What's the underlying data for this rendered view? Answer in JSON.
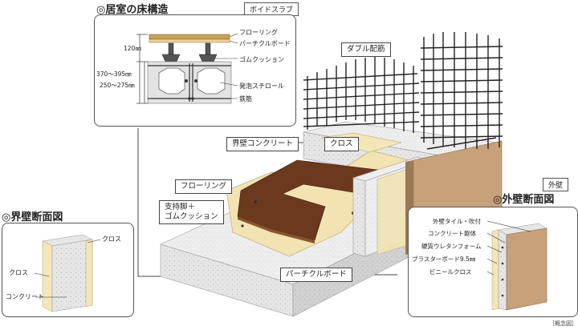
{
  "floor_section": {
    "heading": "◎居室の床構造",
    "tag": "ボイドスラブ",
    "labels": {
      "flooring": "フローリング",
      "particleboard": "パーチクルボード",
      "rubber_cushion": "ゴムクッション",
      "styrofoam": "発泡スチロール",
      "rebar": "鉄筋"
    },
    "dims": {
      "d120": "120㎜",
      "total": "370～395㎜",
      "slab": "250～275㎜"
    }
  },
  "main": {
    "double_rebar": "ダブル配筋",
    "partition_concrete": "界壁コンクリート",
    "cloth": "クロス",
    "flooring": "フローリング",
    "support_leg_line1": "支持脚＋",
    "support_leg_line2": "ゴムクッション",
    "particleboard": "パーチクルボード"
  },
  "partition_section": {
    "heading": "◎界壁断面図",
    "cloth_top": "クロス",
    "cloth_left": "クロス",
    "concrete": "コンクリート"
  },
  "exterior_section": {
    "tag": "外壁",
    "heading": "◎外壁断面図",
    "labels": [
      "外壁タイル・吹付",
      "コンクリート躯体",
      "硬質ウレタンフォーム",
      "プラスターボード9.5㎜",
      "ビニールクロス"
    ]
  },
  "note": "［概念図］"
}
